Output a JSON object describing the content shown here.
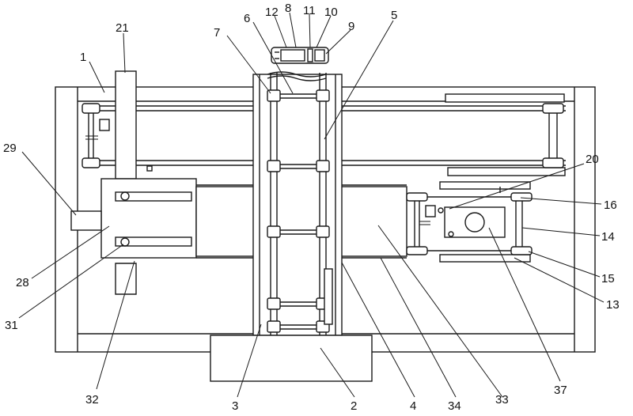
{
  "labels": {
    "l1": "1",
    "l2": "2",
    "l3": "3",
    "l4": "4",
    "l5": "5",
    "l6": "6",
    "l7": "7",
    "l8": "8",
    "l9": "9",
    "l10": "10",
    "l11": "11",
    "l12": "12",
    "l13": "13",
    "l14": "14",
    "l15": "15",
    "l16": "16",
    "l20": "20",
    "l21": "21",
    "l28": "28",
    "l29": "29",
    "l31": "31",
    "l32": "32",
    "l33": "33",
    "l34": "34",
    "l37": "37"
  }
}
